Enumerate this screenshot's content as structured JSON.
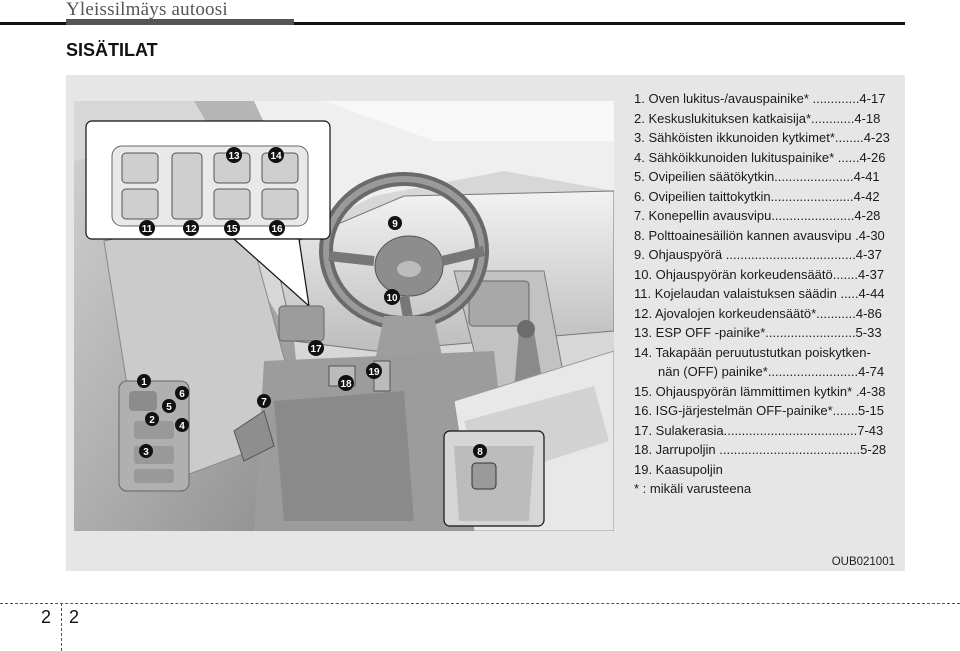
{
  "header": {
    "title": "Yleissilmäys autoosi"
  },
  "section": {
    "title": "SISÄTILAT"
  },
  "figure": {
    "code": "OUB021001",
    "callouts": [
      "1",
      "2",
      "3",
      "4",
      "5",
      "6",
      "7",
      "8",
      "9",
      "10",
      "11",
      "12",
      "13",
      "14",
      "15",
      "16",
      "17",
      "18",
      "19"
    ]
  },
  "legend": {
    "items": [
      "1. Oven lukitus-/avauspainike* .............4-17",
      "2. Keskuslukituksen katkaisija*............4-18",
      "3. Sähköisten ikkunoiden kytkimet*........4-23",
      "4. Sähköikkunoiden lukituspainike* ......4-26",
      "5. Ovipeilien säätökytkin......................4-41",
      "6. Ovipeilien taittokytkin.......................4-42",
      "7. Konepellin avausvipu.......................4-28",
      "8. Polttoainesäiliön kannen avausvipu .4-30",
      "9. Ohjauspyörä ....................................4-37",
      "10. Ohjauspyörän korkeudensäätö.......4-37",
      "11. Kojelaudan valaistuksen säädin .....4-44",
      "12. Ajovalojen korkeudensäätö*...........4-86",
      "13. ESP OFF -painike*.........................5-33",
      "14. Takapään peruutustutkan poiskytken-",
      "nän (OFF) painike*.........................4-74",
      "15. Ohjauspyörän lämmittimen kytkin* .4-38",
      "16. ISG-järjestelmän OFF-painike*.......5-15",
      "17. Sulakerasia.....................................7-43",
      "18. Jarrupoljin .......................................5-28",
      "19. Kaasupoljin",
      "* : mikäli varusteena"
    ]
  },
  "footer": {
    "page_left": "2",
    "page_right": "2"
  }
}
